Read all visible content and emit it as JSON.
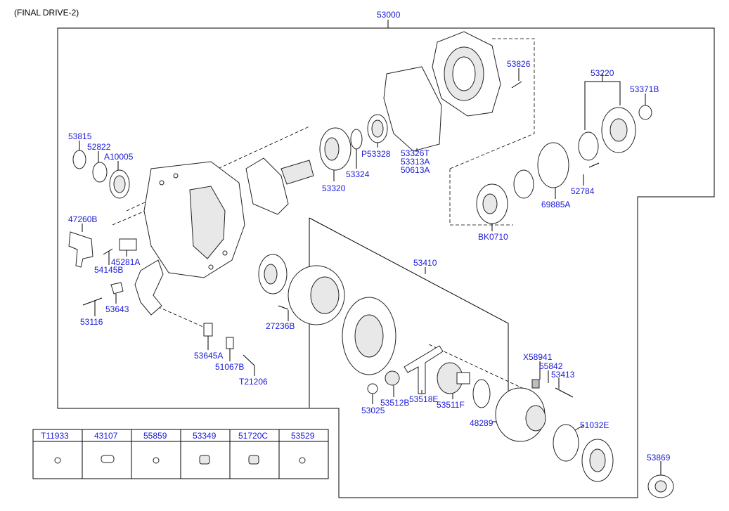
{
  "title": "(FINAL DRIVE-2)",
  "labels": {
    "p53000": "53000",
    "p53826": "53826",
    "p53220": "53220",
    "p53371B": "53371B",
    "p53815": "53815",
    "p52822": "52822",
    "pA10005": "A10005",
    "pP53328": "P53328",
    "p53326T": "53326T",
    "p53313A": "53313A",
    "p50613A": "50613A",
    "p53324": "53324",
    "p53320": "53320",
    "p52784": "52784",
    "p69885A": "69885A",
    "p47260B": "47260B",
    "pBK0710": "BK0710",
    "p54145B": "54145B",
    "p45281A": "45281A",
    "p53410": "53410",
    "p53643": "53643",
    "p53116": "53116",
    "p27236B": "27236B",
    "p53645A": "53645A",
    "p51067B": "51067B",
    "pT21206": "T21206",
    "pX58941": "X58941",
    "p55842": "55842",
    "p53413": "53413",
    "p53025": "53025",
    "p53512B": "53512B",
    "p53518E": "53518E",
    "p53511F": "53511F",
    "p48289": "48289",
    "p51032E": "51032E",
    "p53869": "53869"
  },
  "table": {
    "headers": [
      "T11933",
      "43107",
      "55859",
      "53349",
      "51720C",
      "53529"
    ]
  }
}
